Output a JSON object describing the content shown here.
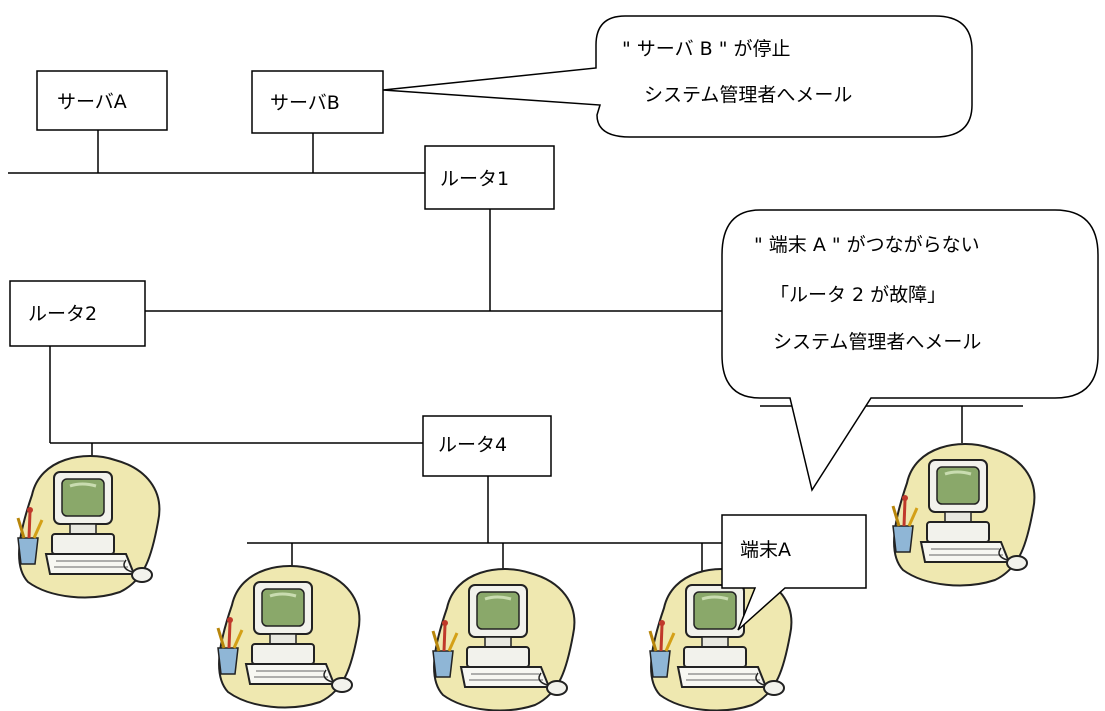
{
  "nodes": {
    "server_a": "サーバA",
    "server_b": "サーバB",
    "router_1": "ルータ1",
    "router_2": "ルータ2",
    "router_4": "ルータ4",
    "terminal_a": "端末A"
  },
  "callouts": {
    "server_b_alert": {
      "line1": "\" サーバ B \" が停止",
      "line2": "システム管理者へメール"
    },
    "terminal_a_alert": {
      "line1": "\" 端末 A \" がつながらない",
      "line2": "「ルータ 2 が故障」",
      "line3": "システム管理者へメール"
    }
  },
  "icons": [
    "computer-icon",
    "computer-icon",
    "computer-icon",
    "computer-icon",
    "computer-icon"
  ],
  "colors": {
    "line": "#000000",
    "monitor_screen": "#8aa86a",
    "blob": "#efe8b0",
    "computer_body": "#f2f2ec"
  }
}
